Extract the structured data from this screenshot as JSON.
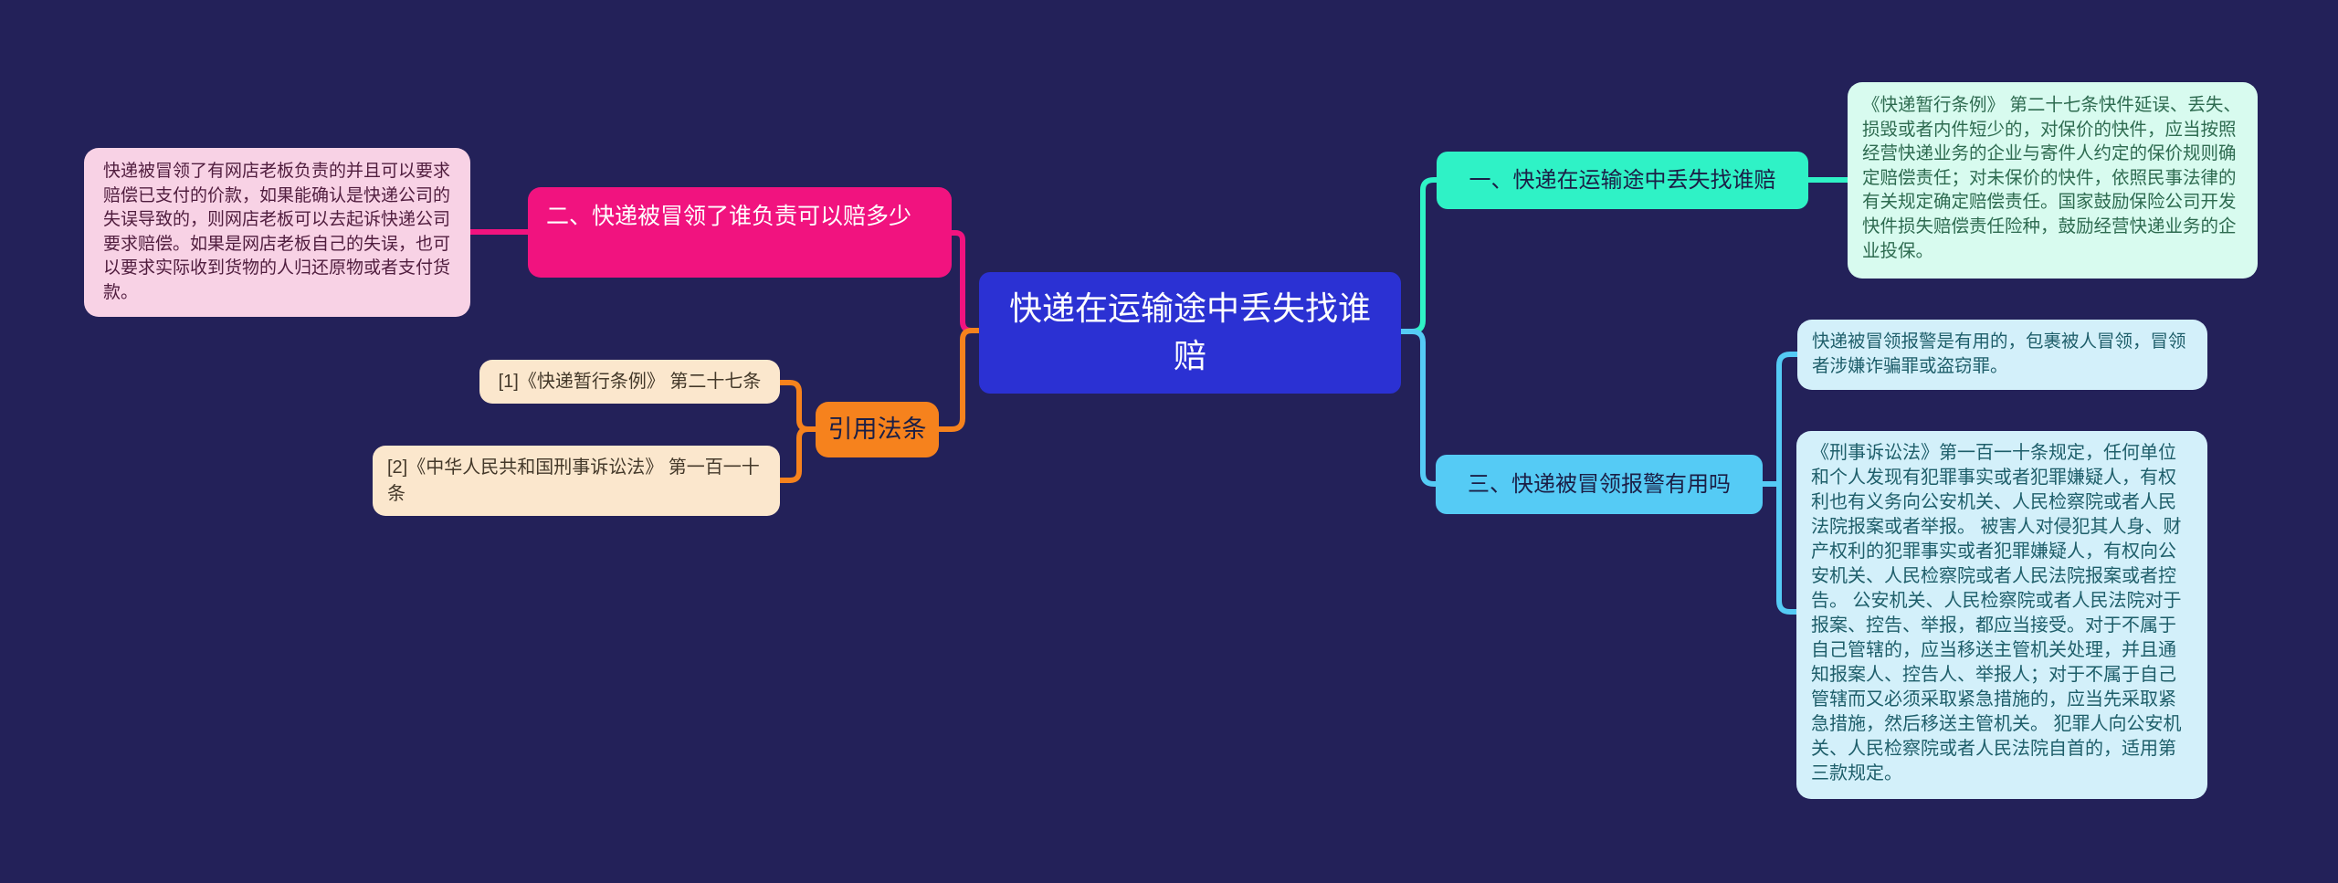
{
  "palette": {
    "bg": "#232159",
    "blue": "#2B31D3",
    "magenta": "#F1137F",
    "orange": "#F6821D",
    "green": "#2FF2C6",
    "sky": "#55CBF5",
    "pinkLight": "#F8D2E5",
    "pinkText": "#501D3E",
    "tan": "#FBE7CD",
    "tanText": "#44392A",
    "mint": "#D8FBEF",
    "mintText": "#2E6B50",
    "lightblue": "#D3F0FA",
    "lightblueText": "#1E5E6A",
    "darknavy": "#1B1F46",
    "white": "#FFFFFF"
  },
  "nodes": {
    "root": "快递在运输途中丢失找谁赔",
    "topic1": "一、快递在运输途中丢失找谁赔",
    "topic1_note": "《快递暂行条例》 第二十七条快件延误、丢失、损毁或者内件短少的，对保价的快件，应当按照经营快递业务的企业与寄件人约定的保价规则确定赔偿责任；对未保价的快件，依照民事法律的有关规定确定赔偿责任。国家鼓励保险公司开发快件损失赔偿责任险种，鼓励经营快递业务的企业投保。",
    "topic2": "二、快递被冒领了谁负责可以赔多少",
    "topic2_note": "快递被冒领了有网店老板负责的并且可以要求赔偿已支付的价款，如果能确认是快递公司的失误导致的，则网店老板可以去起诉快递公司要求赔偿。如果是网店老板自己的失误，也可以要求实际收到货物的人归还原物或者支付货款。",
    "topic3": "三、快递被冒领报警有用吗",
    "topic3_note1": "快递被冒领报警是有用的，包裹被人冒领，冒领者涉嫌诈骗罪或盗窃罪。",
    "topic3_note2": "《刑事诉讼法》第一百一十条规定，任何单位和个人发现有犯罪事实或者犯罪嫌疑人，有权利也有义务向公安机关、人民检察院或者人民法院报案或者举报。 被害人对侵犯其人身、财产权利的犯罪事实或者犯罪嫌疑人，有权向公安机关、人民检察院或者人民法院报案或者控告。 公安机关、人民检察院或者人民法院对于报案、控告、举报，都应当接受。对于不属于自己管辖的，应当移送主管机关处理，并且通知报案人、控告人、举报人；对于不属于自己管辖而又必须采取紧急措施的，应当先采取紧急措施，然后移送主管机关。 犯罪人向公安机关、人民检察院或者人民法院自首的，适用第三款规定。",
    "citations": "引用法条",
    "citation1": "[1]《快递暂行条例》 第二十七条",
    "citation2": "[2]《中华人民共和国刑事诉讼法》 第一百一十条"
  }
}
